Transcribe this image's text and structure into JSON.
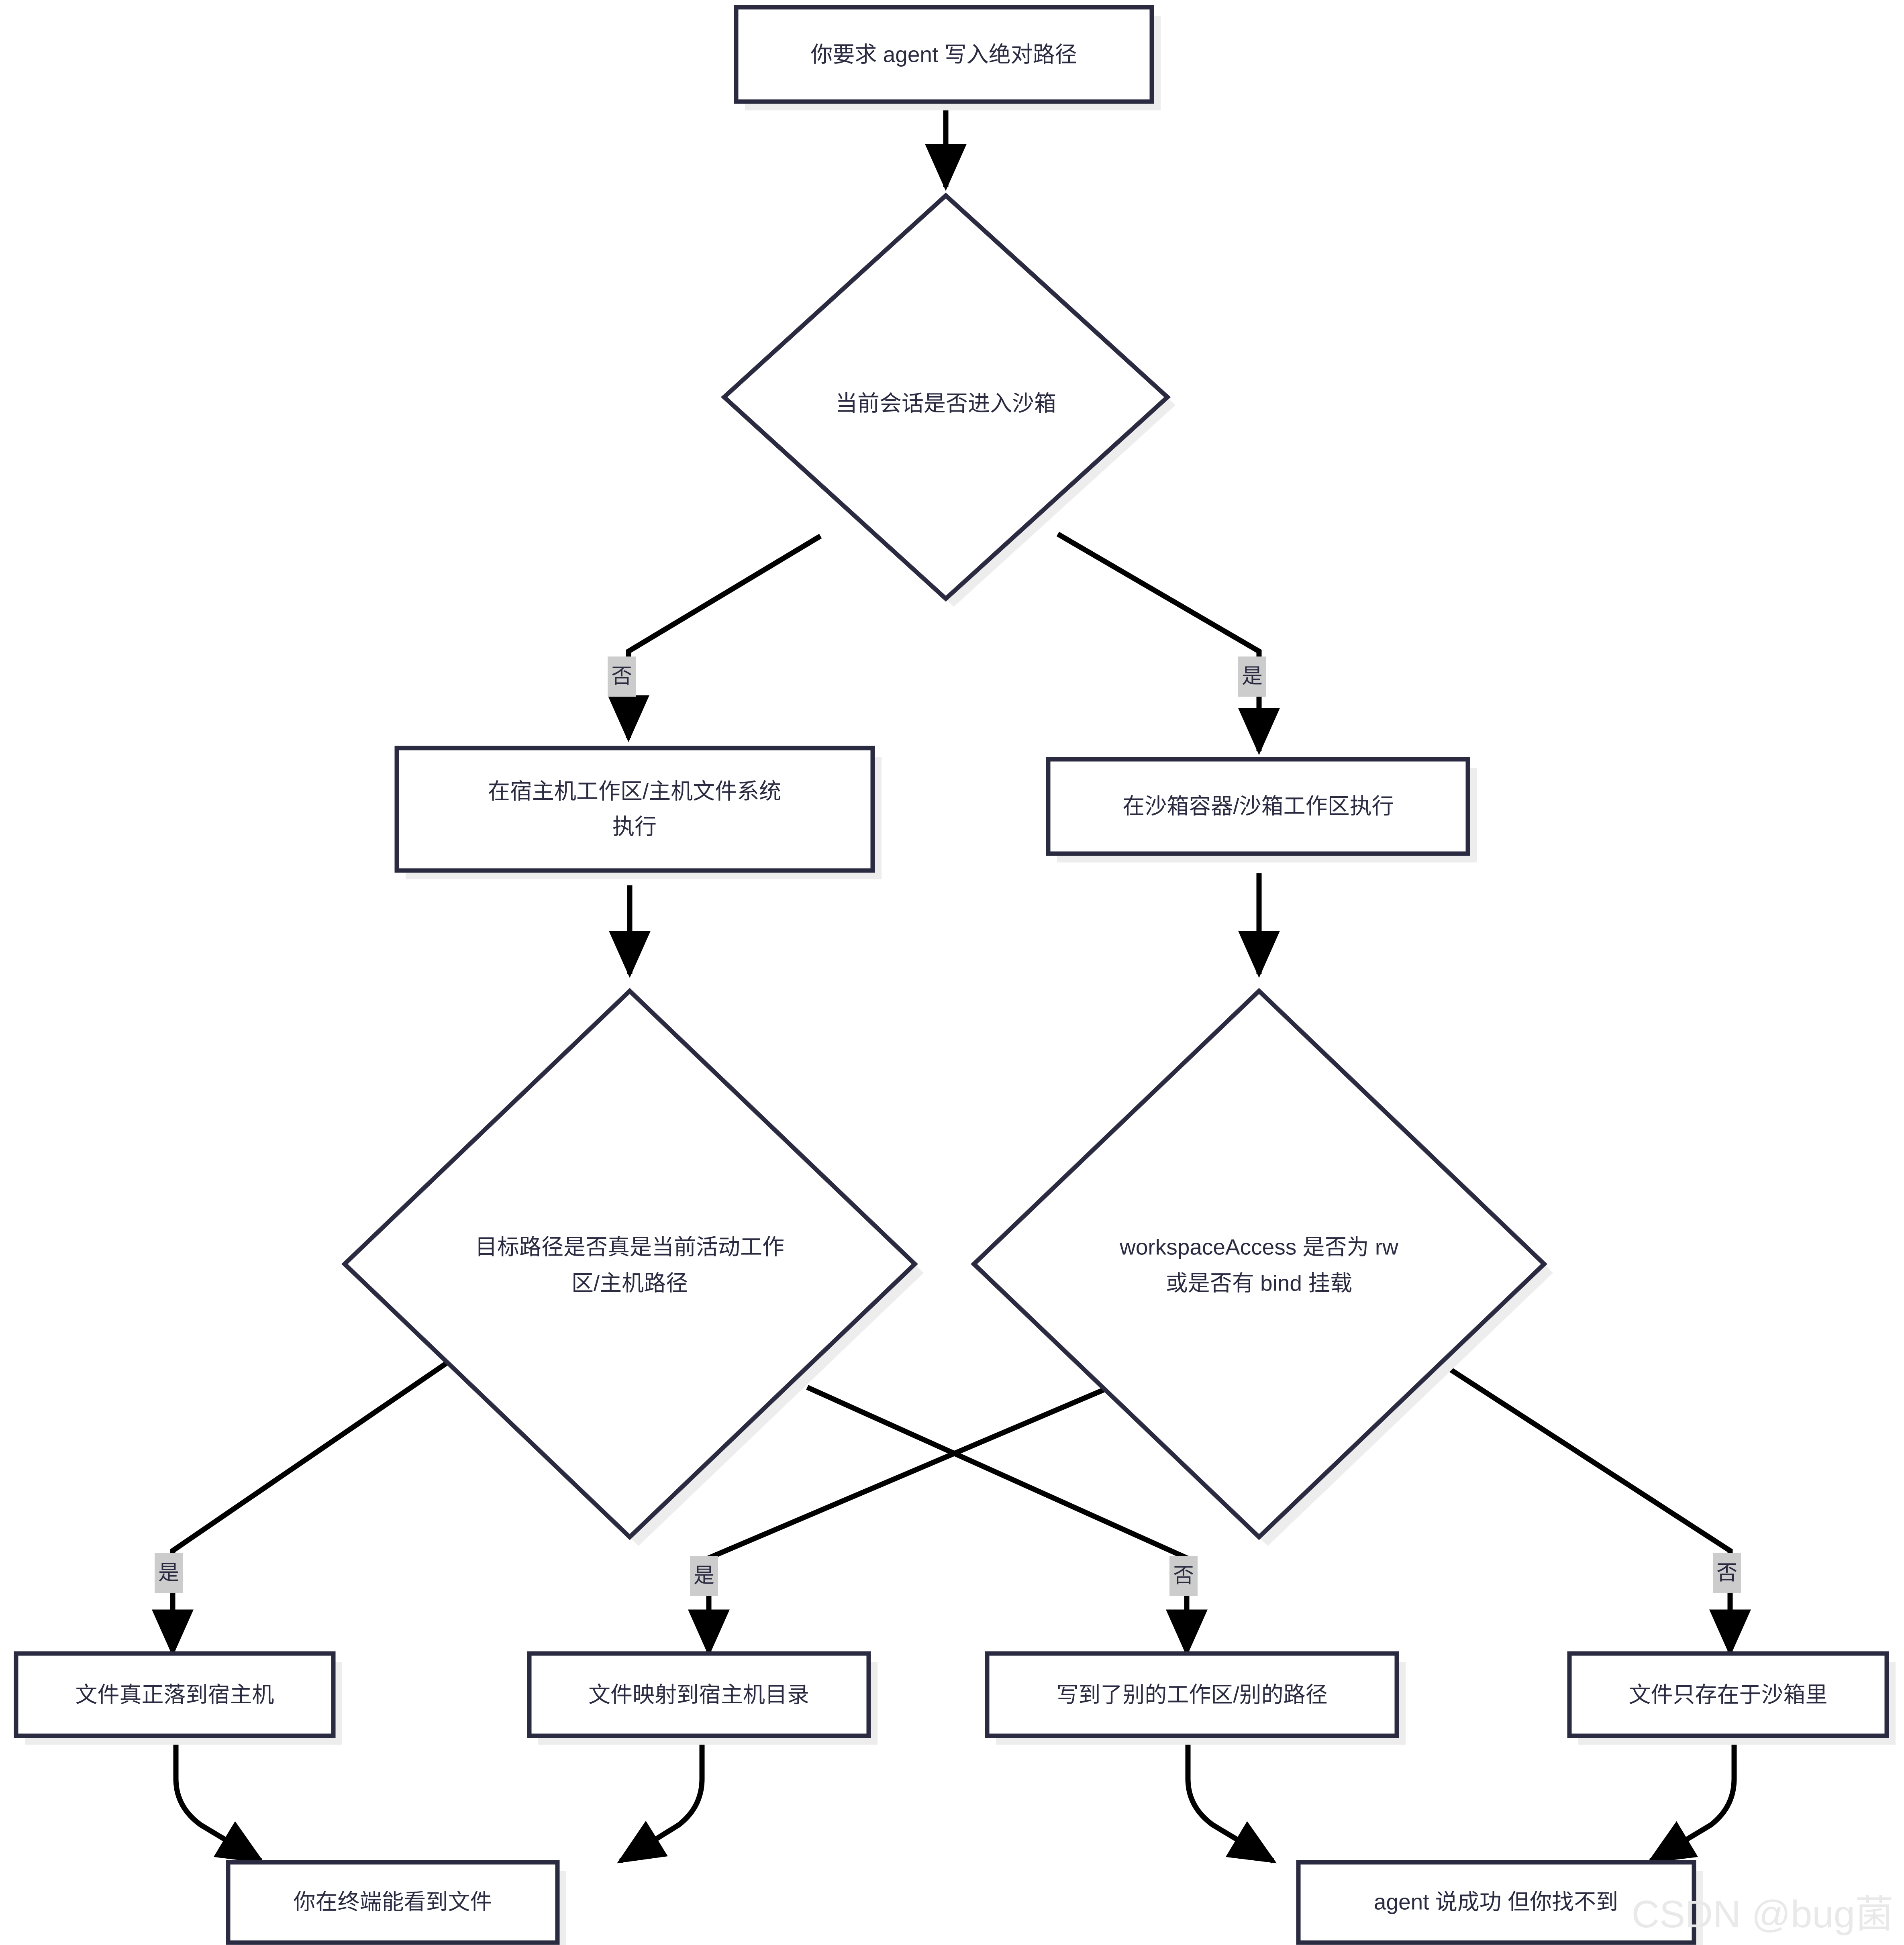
{
  "diagram": {
    "title_node": "你要求 agent 写入绝对路径",
    "watermark": "CSDN @bug菌",
    "colors": {
      "node_border": "#2a2b40",
      "node_fill": "#ffffff",
      "node_shadow": "#ededed",
      "edge_stroke": "#000000",
      "edge_label_bg": "#cccccc",
      "text": "#2a2b40",
      "watermark": "#e9e9e9",
      "background": "#ffffff"
    },
    "nodes": [
      {
        "id": "start",
        "shape": "rect",
        "lines": [
          "你要求 agent 写入绝对路径"
        ]
      },
      {
        "id": "d1",
        "shape": "diamond",
        "lines": [
          "当前会话是否进入沙箱"
        ]
      },
      {
        "id": "host",
        "shape": "rect",
        "lines": [
          "在宿主机工作区/主机文件系统",
          "执行"
        ]
      },
      {
        "id": "sandbox",
        "shape": "rect",
        "lines": [
          "在沙箱容器/沙箱工作区执行"
        ]
      },
      {
        "id": "d2",
        "shape": "diamond",
        "lines": [
          "目标路径是否真是当前活动工作",
          "区/主机路径"
        ]
      },
      {
        "id": "d3",
        "shape": "diamond",
        "lines": [
          "workspaceAccess 是否为 rw",
          "或是否有 bind 挂载"
        ]
      },
      {
        "id": "r1",
        "shape": "rect",
        "lines": [
          "文件真正落到宿主机"
        ]
      },
      {
        "id": "r2",
        "shape": "rect",
        "lines": [
          "文件映射到宿主机目录"
        ]
      },
      {
        "id": "r3",
        "shape": "rect",
        "lines": [
          "写到了别的工作区/别的路径"
        ]
      },
      {
        "id": "r4",
        "shape": "rect",
        "lines": [
          "文件只存在于沙箱里"
        ]
      },
      {
        "id": "ok",
        "shape": "rect",
        "lines": [
          "你在终端能看到文件"
        ]
      },
      {
        "id": "fail",
        "shape": "rect",
        "lines": [
          "agent 说成功 但你找不到"
        ]
      }
    ],
    "edges": [
      {
        "from": "start",
        "to": "d1",
        "label": ""
      },
      {
        "from": "d1",
        "to": "host",
        "label": "否"
      },
      {
        "from": "d1",
        "to": "sandbox",
        "label": "是"
      },
      {
        "from": "host",
        "to": "d2",
        "label": ""
      },
      {
        "from": "sandbox",
        "to": "d3",
        "label": ""
      },
      {
        "from": "d2",
        "to": "r1",
        "label": "是"
      },
      {
        "from": "d2",
        "to": "r3",
        "label": "否"
      },
      {
        "from": "d3",
        "to": "r2",
        "label": "是"
      },
      {
        "from": "d3",
        "to": "r4",
        "label": "否"
      },
      {
        "from": "r1",
        "to": "ok",
        "label": ""
      },
      {
        "from": "r2",
        "to": "ok",
        "label": ""
      },
      {
        "from": "r3",
        "to": "fail",
        "label": ""
      },
      {
        "from": "r4",
        "to": "fail",
        "label": ""
      }
    ],
    "edge_labels": {
      "yes": "是",
      "no": "否"
    }
  }
}
